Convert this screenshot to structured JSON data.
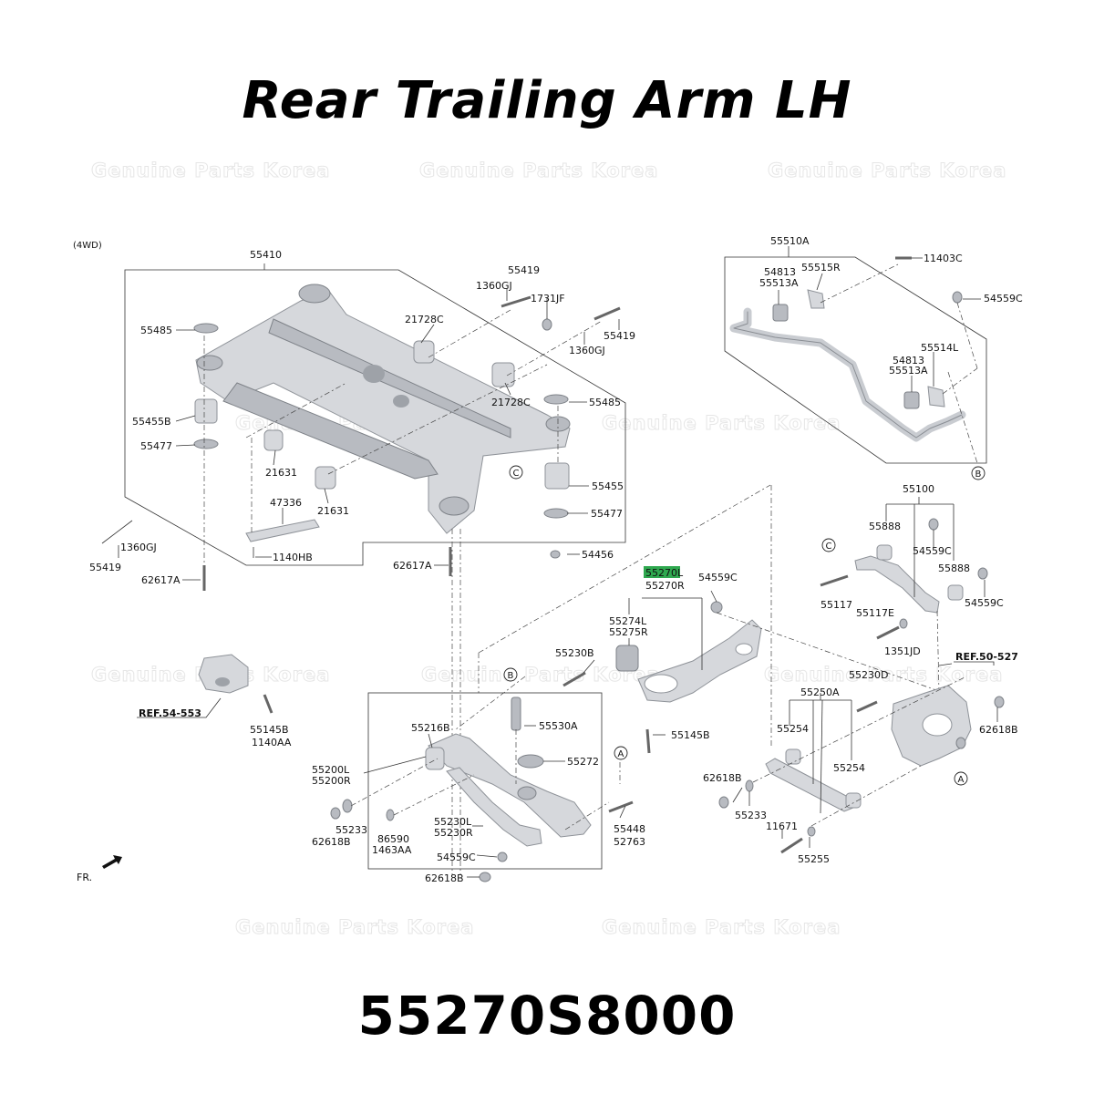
{
  "title": "Rear Trailing Arm LH",
  "part_number": "55270S8000",
  "watermark": "Genuine Parts Korea",
  "variant": "(4WD)",
  "front_marker": "FR.",
  "highlight_color": "#2fa84f",
  "callouts": {
    "c55410": "55410",
    "c55419a": "55419",
    "c1360gj_a": "1360GJ",
    "c1731jf": "1731JF",
    "c55419b": "55419",
    "c1360gj_b": "1360GJ",
    "c55485a": "55485",
    "c21728c_a": "21728C",
    "c21728c_b": "21728C",
    "c55485b": "55485",
    "c55455b": "55455B",
    "c55477a": "55477",
    "c21631a": "21631",
    "c21631b": "21631",
    "c55455": "55455",
    "c55477b": "55477",
    "c47336": "47336",
    "c55419c": "55419",
    "c1360gj_c": "1360GJ",
    "c1140hb": "1140HB",
    "c62617a_a": "62617A",
    "c62617a_b": "62617A",
    "c54456": "54456",
    "c55510a": "55510A",
    "c11403c": "11403C",
    "c54813a": "54813",
    "c55513a_a": "55513A",
    "c55515r": "55515R",
    "c54559c_a": "54559C",
    "c55514l": "55514L",
    "c54813b": "54813",
    "c55513a_b": "55513A",
    "c55100": "55100",
    "c55888a": "55888",
    "c54559c_b": "54559C",
    "c55888b": "55888",
    "c54559c_c": "54559C",
    "c55117": "55117",
    "c55117e": "55117E",
    "c1351jd": "1351JD",
    "c55270l": "55270L",
    "c55270r": "55270R",
    "c54559c_d": "54559C",
    "c55274l": "55274L",
    "c55275r": "55275R",
    "c55230b": "55230B",
    "c55145b_a": "55145B",
    "c1140aa": "1140AA",
    "c55145b_b": "55145B",
    "ref54": "REF.54-553",
    "ref50": "REF.50-527",
    "c55230d": "55230D",
    "c55250a": "55250A",
    "c55254a": "55254",
    "c55254b": "55254",
    "c62618b_a": "62618B",
    "c62618b_b": "62618B",
    "c62618b_c": "62618B",
    "c62618b_d": "62618B",
    "c55233a": "55233",
    "c55233b": "55233",
    "c11671": "11671",
    "c55255": "55255",
    "c55216b": "55216B",
    "c55530a": "55530A",
    "c55272": "55272",
    "c55200l": "55200L",
    "c55200r": "55200R",
    "c86590": "86590",
    "c1463aa": "1463AA",
    "c55230l": "55230L",
    "c55230r": "55230R",
    "c55448": "55448",
    "c52763": "52763",
    "c54559c_e": "54559C"
  },
  "markers": {
    "mA1": "A",
    "mA2": "A",
    "mB1": "B",
    "mB2": "B",
    "mC1": "C",
    "mC2": "C"
  }
}
